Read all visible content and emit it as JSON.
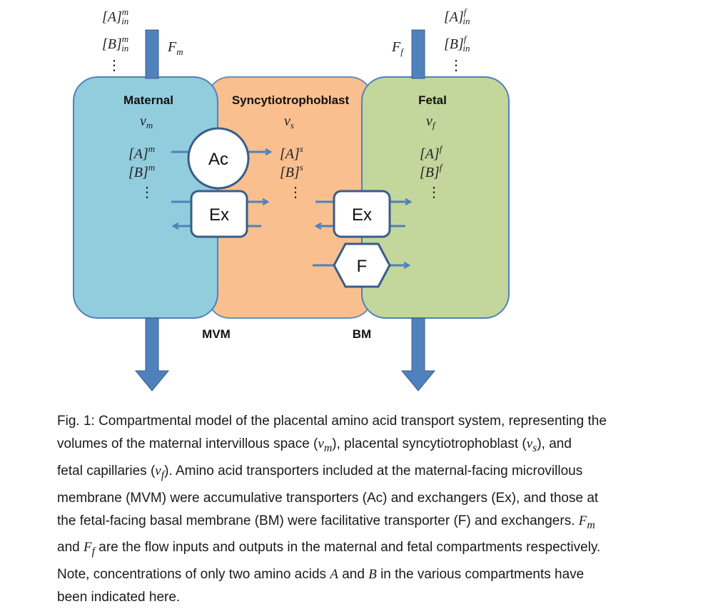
{
  "compartments": {
    "maternal": {
      "title": "Maternal",
      "volume": "v",
      "volume_sub": "m",
      "conc_a": "[A]",
      "conc_a_sup": "m",
      "conc_b": "[B]",
      "conc_b_sup": "m",
      "color": "#92cddd"
    },
    "syncytio": {
      "title": "Syncytiotrophoblast",
      "volume": "v",
      "volume_sub": "s",
      "conc_a": "[A]",
      "conc_a_sup": "s",
      "conc_b": "[B]",
      "conc_b_sup": "s",
      "color": "#f9bf8f"
    },
    "fetal": {
      "title": "Fetal",
      "volume": "v",
      "volume_sub": "f",
      "conc_a": "[A]",
      "conc_a_sup": "f",
      "conc_b": "[B]",
      "conc_b_sup": "f",
      "color": "#c3d69b"
    }
  },
  "inputs": {
    "maternal": {
      "a": "[A]",
      "b": "[B]",
      "sup": "m",
      "sub": "in",
      "flow": "F",
      "flow_sub": "m"
    },
    "fetal": {
      "a": "[A]",
      "b": "[B]",
      "sup": "f",
      "sub": "in",
      "flow": "F",
      "flow_sub": "f"
    }
  },
  "transporters": {
    "ac": "Ac",
    "ex_mvm": "Ex",
    "ex_bm": "Ex",
    "f": "F"
  },
  "membranes": {
    "mvm": "MVM",
    "bm": "BM"
  },
  "vdots": "⋮",
  "arrow_color": "#4f81bd",
  "caption": {
    "line1_a": "Fig. 1: Compartmental model of the placental amino acid transport system, representing the",
    "line2_a": "volumes of the maternal intervillous space (",
    "line2_b": "), placental syncytiotrophoblast (",
    "line2_c": "), and",
    "line3_a": "fetal capillaries (",
    "line3_b": "). Amino acid transporters included at the maternal-facing microvillous",
    "line4": "membrane (MVM) were accumulative transporters (Ac) and exchangers (Ex), and those at",
    "line5_a": "the fetal-facing basal membrane (BM) were facilitative transporter (F) and exchangers.",
    "line6_a": "and",
    "line6_b": "are the flow inputs and outputs in the maternal and fetal compartments respectively.",
    "line7_a": "Note, concentrations of only two amino acids",
    "line7_b": "and",
    "line7_c": "in the various compartments have",
    "line8": "been indicated here.",
    "sym_v": "v",
    "sym_m": "m",
    "sym_s": "s",
    "sym_f": "f",
    "sym_F": "F",
    "sym_A": "A",
    "sym_B": "B"
  }
}
